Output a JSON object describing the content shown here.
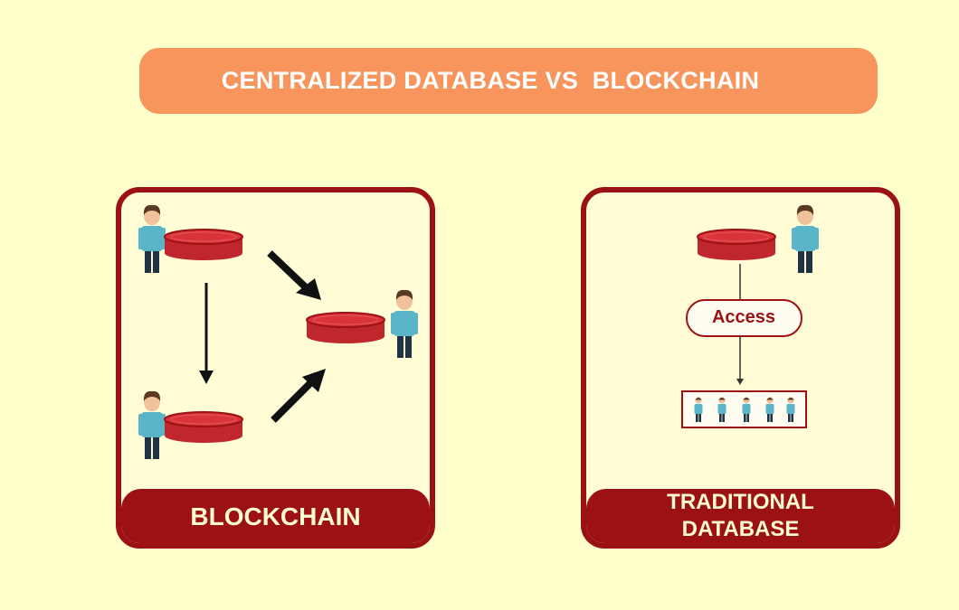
{
  "header": {
    "title": "CENTRALIZED DATABASE VS  BLOCKCHAIN"
  },
  "blockchain_panel": {
    "label": "BLOCKCHAIN"
  },
  "traditional_panel": {
    "label_line1": "TRADITIONAL",
    "label_line2": "DATABASE",
    "access_label": "Access"
  },
  "colors": {
    "background": "#ffffcc",
    "title_bar": "#f7955d",
    "panel_border": "#9c1214",
    "database": "#c0272d",
    "person_shirt": "#5bb5c8",
    "person_hair": "#5a3a22",
    "person_skin": "#f1c19a",
    "person_pants": "#1f3344"
  },
  "icons": [
    "person-icon",
    "database-icon",
    "arrow-icon"
  ]
}
